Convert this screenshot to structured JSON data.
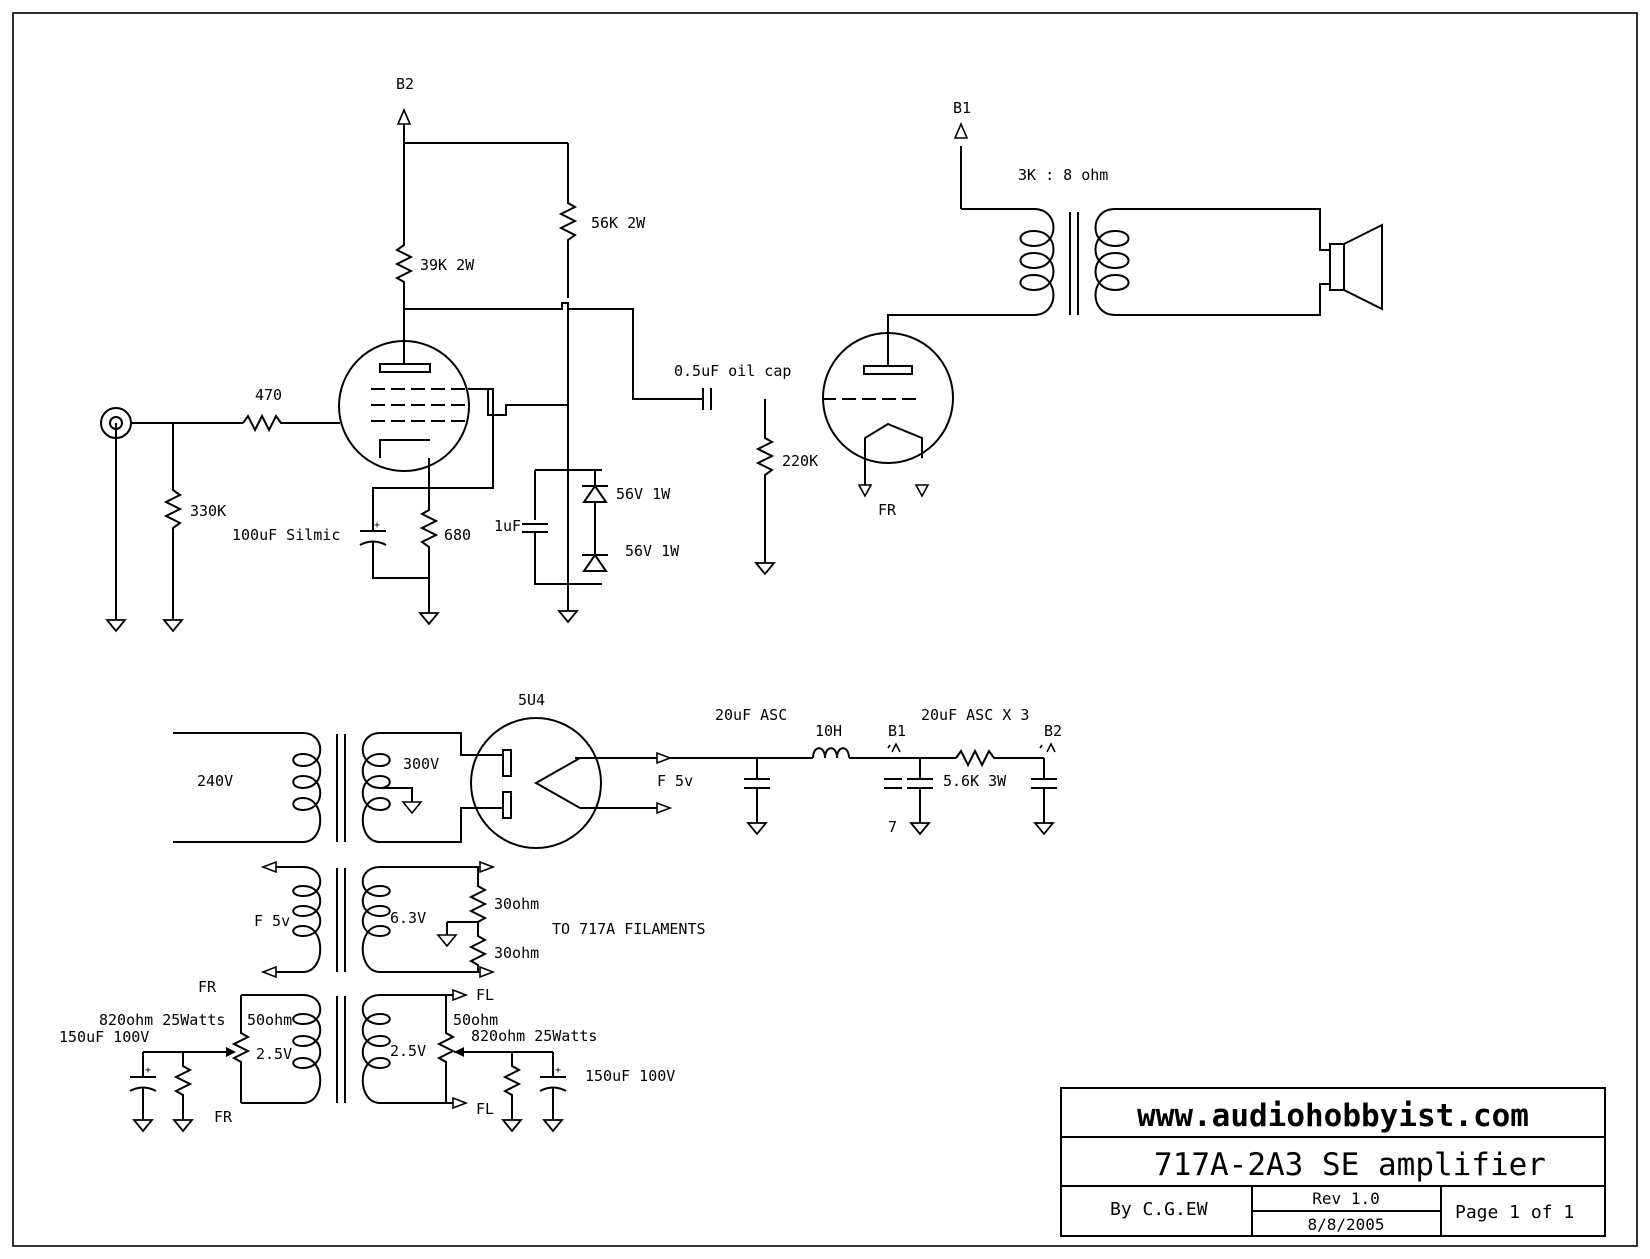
{
  "labels": {
    "b2_top": "B2",
    "b1_top": "B1",
    "r_39k": "39K 2W",
    "r_56k": "56K 2W",
    "r_470": "470",
    "r_330k": "330K",
    "c_100uf": "100uF Silmic",
    "r_680": "680",
    "c_1uf": "1uF",
    "z1": "56V 1W",
    "z2": "56V 1W",
    "c_oil": "0.5uF oil cap",
    "r_220k": "220K",
    "fr_2a3": "FR",
    "ot_ratio": "3K : 8 ohm",
    "tube_5u4": "5U4",
    "v240": "240V",
    "v300": "300V",
    "f5v_rect": "F 5v",
    "c_20uf": "20uF ASC",
    "choke": "10H",
    "b1_ps": "B1",
    "c_20uf_x3": "20uF ASC X 3",
    "b2_ps": "B2",
    "r_5k6": "5.6K 3W",
    "stray_mark": "7",
    "f5v_fil": "F 5v",
    "v63": "6.3V",
    "r_30ohm_a": "30ohm",
    "r_30ohm_b": "30ohm",
    "to_717a": "TO 717A FILAMENTS",
    "fr_top": "FR",
    "fr_bot": "FR",
    "fl_top": "FL",
    "fl_bot": "FL",
    "r_820_l": "820ohm 25Watts",
    "c_150_l": "150uF 100V",
    "pot_50_l": "50ohm",
    "v25_l": "2.5V",
    "v25_r": "2.5V",
    "pot_50_r": "50ohm",
    "r_820_r": "820ohm 25Watts",
    "c_150_r": "150uF 100V"
  },
  "title_block": {
    "url": "www.audiohobbyist.com",
    "title": "717A-2A3 SE amplifier",
    "author": "By C.G.EW",
    "rev": "Rev 1.0",
    "date": "8/8/2005",
    "page": "Page 1 of 1"
  }
}
